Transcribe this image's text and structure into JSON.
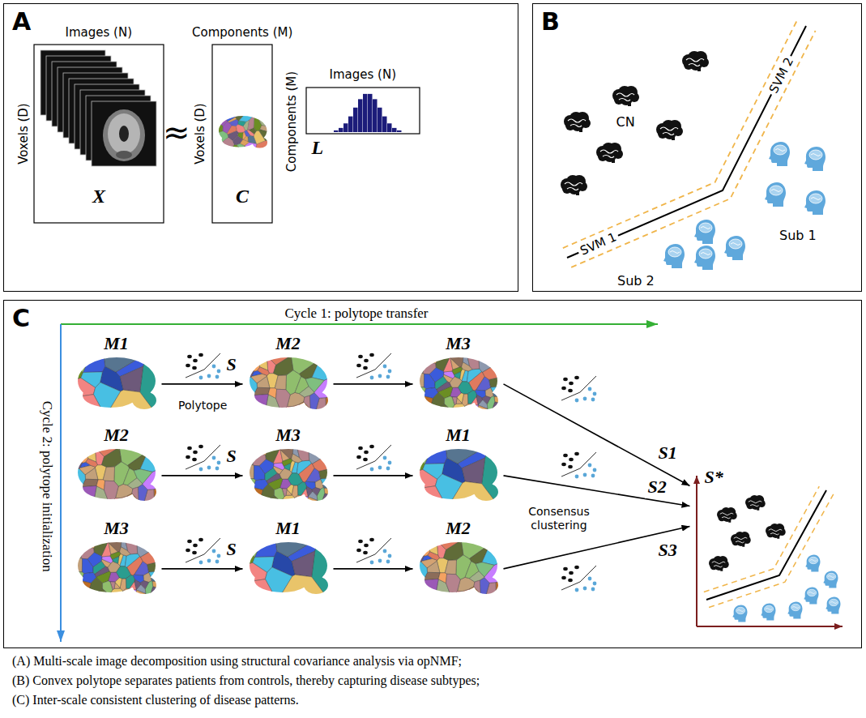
{
  "diagram": {
    "nodes": [
      {
        "text": [
          "A"
        ]
      },
      {
        "text": [
          "B"
        ]
      },
      {
        "text": [
          "C"
        ]
      },
      {
        "text": [
          "M1"
        ],
        "in": 2
      },
      {
        "text": [
          "M2"
        ],
        "in": 2
      },
      {
        "text": [
          "M3"
        ],
        "in": 2
      },
      {
        "text": [
          "M2"
        ],
        "in": 2
      },
      {
        "text": [
          "M3"
        ],
        "in": 2
      },
      {
        "text": [
          "M1"
        ],
        "in": 2
      },
      {
        "text": [
          "M3"
        ],
        "in": 2
      },
      {
        "text": [
          "M1"
        ],
        "in": 2
      },
      {
        "text": [
          "M2"
        ],
        "in": 2
      },
      {
        "text": [
          "S*"
        ],
        "in": 2
      }
    ],
    "edges": [
      {
        "from": 3,
        "to": 4,
        "arrow": "to",
        "label": "S"
      },
      {
        "from": 4,
        "to": 5,
        "arrow": "to"
      },
      {
        "from": 6,
        "to": 7,
        "arrow": "to",
        "label": "S"
      },
      {
        "from": 7,
        "to": 8,
        "arrow": "to"
      },
      {
        "from": 9,
        "to": 10,
        "arrow": "to",
        "label": "S"
      },
      {
        "from": 10,
        "to": 11,
        "arrow": "to"
      },
      {
        "from": 5,
        "to": 12,
        "arrow": "to",
        "label": "S1"
      },
      {
        "from": 8,
        "to": 12,
        "arrow": "to",
        "label": "S2"
      },
      {
        "from": 11,
        "to": 12,
        "arrow": "to",
        "label": "S3"
      }
    ],
    "labels": [
      "Images (N)",
      "Voxels (D)",
      "X",
      "≈",
      "Components (M)",
      "Voxels (D)",
      "C",
      "Images (N)",
      "Components (M)",
      "L",
      "CN",
      "SVM 2",
      "SVM 1",
      "Sub 1",
      "Sub 2",
      "Cycle 1: polytope transfer",
      "Cycle 2: polytope initialization",
      "Polytope",
      "Consensus clustering",
      "(A) Multi-scale image decomposition using structural covariance analysis via opNMF;",
      "(B) Convex polytope separates patients from controls, thereby capturing disease subtypes;",
      "(C) Inter-scale consistent clustering of disease patterns."
    ]
  }
}
